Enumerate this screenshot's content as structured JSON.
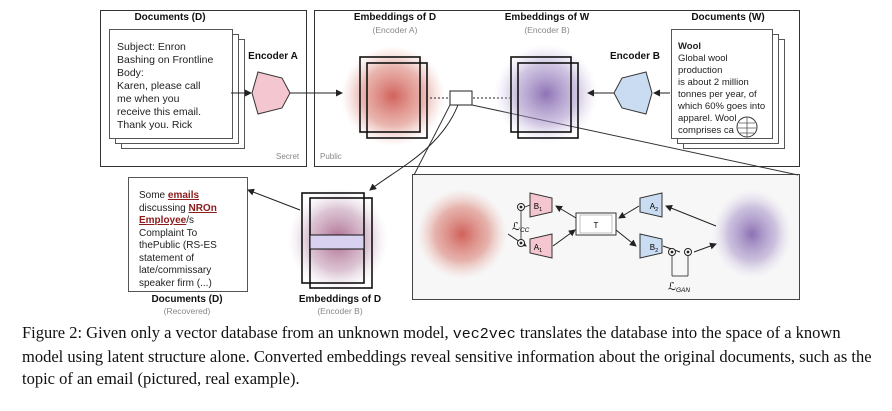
{
  "top_left": {
    "title": "Documents (D)",
    "email_lines": [
      "Subject: Enron",
      "Bashing on Frontline",
      "Body:",
      "Karen, please call",
      "me when you",
      "receive this email.",
      "Thank you. Rick"
    ],
    "encoder_label": "Encoder A",
    "secret_label": "Secret"
  },
  "top_right": {
    "public_label": "Public",
    "emb_d_title": "Embeddings of D",
    "emb_d_sub": "(Encoder A)",
    "emb_w_title": "Embeddings of W",
    "emb_w_sub": "(Encoder B)",
    "encoder_label": "Encoder B",
    "docs_w_title": "Documents (W)",
    "wool_title": "Wool",
    "wool_lines": [
      "Global wool production",
      "is about 2 million",
      "tonnes per year, of",
      "which 60% goes into",
      "apparel. Wool",
      "comprises ca"
    ]
  },
  "recovered": {
    "text_before": "Some ",
    "word_emails": "emails",
    "text_discussing": "discussing ",
    "word_nron": "NROn",
    "word_employee": "Employee",
    "text_rest_lines": [
      "Complaint To",
      "thePublic (RS-ES",
      "statement of",
      "late/commissary",
      "speaker firm (...)"
    ],
    "suffix_s": "/s",
    "title": "Documents (D)",
    "sub": "(Recovered)",
    "emb_title": "Embeddings of D",
    "emb_sub": "(Encoder B)"
  },
  "inset": {
    "b1": "B",
    "b1_sub": "1",
    "a1": "A",
    "a1_sub": "1",
    "a2": "A",
    "a2_sub": "2",
    "b2": "B",
    "b2_sub": "2",
    "t": "T",
    "loss_cc": "ℒ",
    "loss_cc_sub": "CC",
    "loss_gan": "ℒ",
    "loss_gan_sub": "GAN"
  },
  "caption": {
    "part1": "Figure 2: Given only a vector database from an unknown model, ",
    "code": "vec2vec",
    "part2": " translates the database into the space of a known model using latent structure alone. Converted embeddings reveal sensitive information about the original documents, such as the topic of an email (pictured, real example)."
  },
  "colors": {
    "encoder_a": "#f4c6cf",
    "encoder_b": "#c9dcf2",
    "cloud_red": "#c9473f",
    "cloud_purple": "#7a5aa8"
  }
}
